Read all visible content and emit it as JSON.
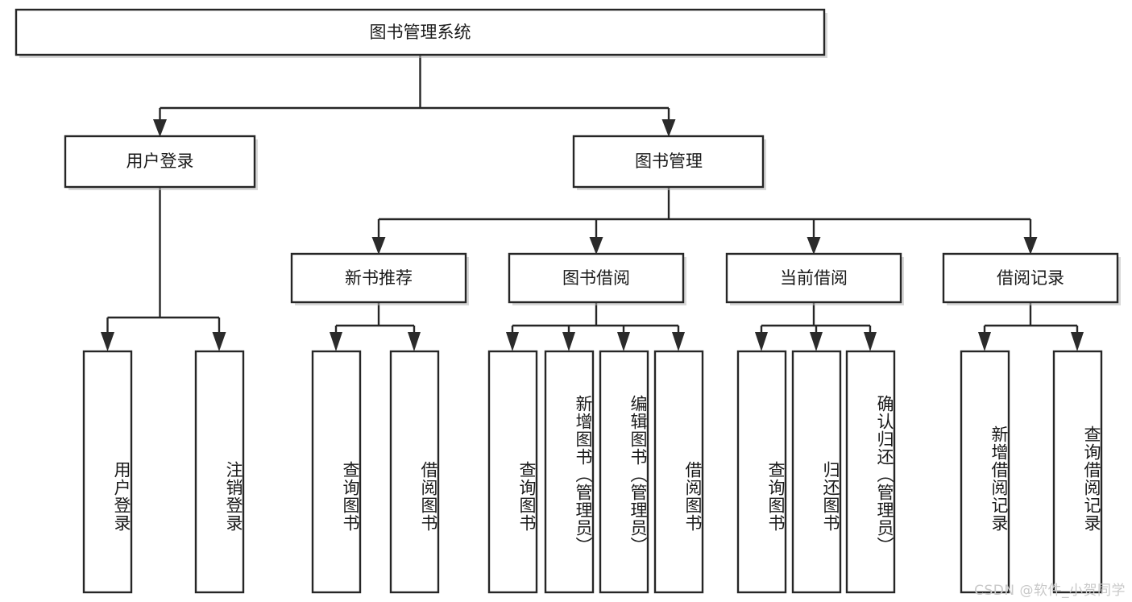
{
  "diagram": {
    "type": "tree-hierarchy-diagram",
    "title": "图书管理系统",
    "watermark": "CSDN @软件_小贺同学",
    "colors": {
      "box_stroke": "#262626",
      "box_fill": "#ffffff",
      "connector": "#262626",
      "text": "#1a1a1a",
      "watermark": "#c9c9c9",
      "background": "#ffffff"
    },
    "nodes": {
      "root": {
        "label": "图书管理系统",
        "orientation": "horizontal"
      },
      "level2": [
        {
          "label": "用户登录",
          "orientation": "horizontal"
        },
        {
          "label": "图书管理",
          "orientation": "horizontal"
        }
      ],
      "level3": [
        {
          "label": "新书推荐",
          "orientation": "horizontal"
        },
        {
          "label": "图书借阅",
          "orientation": "horizontal"
        },
        {
          "label": "当前借阅",
          "orientation": "horizontal"
        },
        {
          "label": "借阅记录",
          "orientation": "horizontal"
        }
      ],
      "leaves": [
        {
          "label": "用户登录",
          "parent": "用户登录",
          "orientation": "vertical"
        },
        {
          "label": "注销登录",
          "parent": "用户登录",
          "orientation": "vertical"
        },
        {
          "label": "查询图书",
          "parent": "新书推荐",
          "orientation": "vertical"
        },
        {
          "label": "借阅图书",
          "parent": "新书推荐",
          "orientation": "vertical"
        },
        {
          "label": "查询图书",
          "parent": "图书借阅",
          "orientation": "vertical"
        },
        {
          "label": "新增图书（管理员）",
          "parent": "图书借阅",
          "orientation": "vertical"
        },
        {
          "label": "编辑图书（管理员）",
          "parent": "图书借阅",
          "orientation": "vertical"
        },
        {
          "label": "借阅图书",
          "parent": "图书借阅",
          "orientation": "vertical"
        },
        {
          "label": "查询图书",
          "parent": "当前借阅",
          "orientation": "vertical"
        },
        {
          "label": "归还图书",
          "parent": "当前借阅",
          "orientation": "vertical"
        },
        {
          "label": "确认归还（管理员）",
          "parent": "当前借阅",
          "orientation": "vertical"
        },
        {
          "label": "新增借阅记录",
          "parent": "借阅记录",
          "orientation": "vertical"
        },
        {
          "label": "查询借阅记录",
          "parent": "借阅记录",
          "orientation": "vertical"
        }
      ]
    }
  }
}
